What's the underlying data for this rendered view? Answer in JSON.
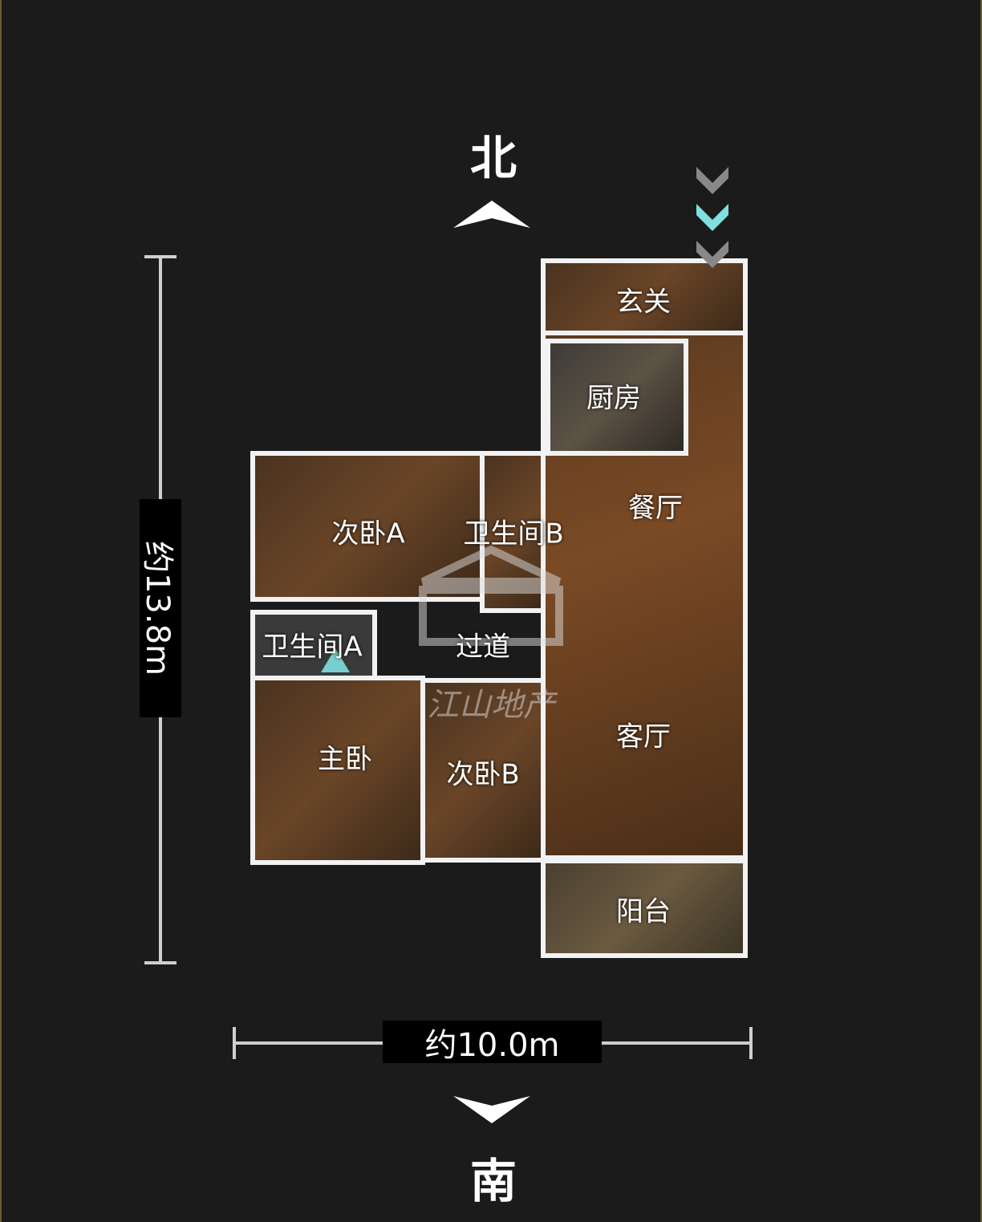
{
  "compass": {
    "north": "北",
    "south": "南"
  },
  "dimensions": {
    "height_label": "约13.8m",
    "width_label": "约10.0m"
  },
  "rooms": {
    "entrance": "玄关",
    "kitchen": "厨房",
    "dining": "餐厅",
    "bedroom_a": "次卧A",
    "bathroom_b": "卫生间B",
    "bathroom_a": "卫生间A",
    "corridor": "过道",
    "master": "主卧",
    "bedroom_b": "次卧B",
    "living": "客厅",
    "balcony": "阳台"
  },
  "watermark": "江山地产",
  "colors": {
    "accent": "#7fe0e0",
    "wall": "#f2f2f2",
    "background": "#1b1b1b"
  }
}
